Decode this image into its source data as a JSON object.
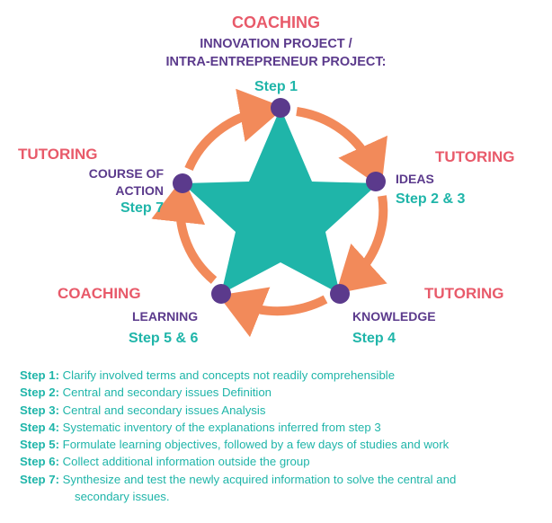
{
  "colors": {
    "red": "#e85a6a",
    "purple": "#5b3a8c",
    "teal": "#1fb5a9",
    "orange": "#f28a5a"
  },
  "top": {
    "role": "COACHING",
    "title_line1": "INNOVATION PROJECT /",
    "title_line2": "INTRA-ENTREPRENEUR PROJECT:",
    "step": "Step 1"
  },
  "right_upper": {
    "role": "TUTORING",
    "name": "IDEAS",
    "step": "Step 2 & 3"
  },
  "left_upper": {
    "role": "TUTORING",
    "name_line1": "COURSE OF",
    "name_line2": "ACTION",
    "step": "Step 7"
  },
  "right_lower": {
    "role": "TUTORING",
    "name": "KNOWLEDGE",
    "step": "Step 4"
  },
  "left_lower": {
    "role": "COACHING",
    "name": "LEARNING",
    "step": "Step 5 & 6"
  },
  "steps": [
    {
      "label": "Step 1:",
      "text": "Clarify involved terms and concepts not readily comprehensible"
    },
    {
      "label": "Step 2:",
      "text": "Central and secondary issues Definition"
    },
    {
      "label": "Step 3:",
      "text": "Central and secondary issues Analysis"
    },
    {
      "label": "Step 4:",
      "text": "Systematic inventory of the explanations inferred from step 3"
    },
    {
      "label": "Step 5:",
      "text": "Formulate learning objectives, followed by a few days of studies and work"
    },
    {
      "label": "Step 6:",
      "text": "Collect additional information outside the group"
    },
    {
      "label": "Step 7:",
      "text": "Synthesize and test the newly acquired information to solve the central and",
      "text_line2": "secondary issues."
    }
  ]
}
